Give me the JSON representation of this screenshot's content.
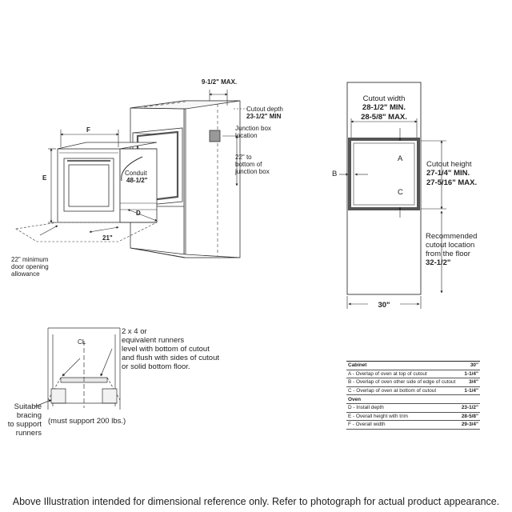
{
  "oven_drawing": {
    "dim_top": "9-1/2\" MAX.",
    "cutout_depth_label": "Cutout depth",
    "cutout_depth_value": "23-1/2\" MIN",
    "junction_box_1": "Junction box",
    "junction_box_2": "location",
    "height_1": "22\" to",
    "height_2": "bottom of",
    "height_3": "junction box",
    "dim_f": "F",
    "dim_e": "E",
    "dim_d": "D",
    "conduit_1": "Conduit",
    "conduit_2": "48-1/2\"",
    "dim_21": "21\"",
    "door_1": "22\" minimum",
    "door_2": "door opening",
    "door_3": "allowance"
  },
  "front_drawing": {
    "cutout_width_label": "Cutout width",
    "cutout_width_min": "28-1/2\" MIN.",
    "cutout_width_max": "28-5/8\" MAX.",
    "marker_a": "A",
    "marker_b": "B",
    "marker_c": "C",
    "cutout_height_label": "Cutout height",
    "cutout_height_min": "27-1/4\" MIN.",
    "cutout_height_max": "27-5/16\" MAX.",
    "recommended_1": "Recommended",
    "recommended_2": "cutout location",
    "recommended_3": "from the floor",
    "recommended_value": "32-1/2\"",
    "cabinet_width": "30\""
  },
  "support_drawing": {
    "runners_1": "2 x 4 or",
    "runners_2": "equivalent runners",
    "runners_3": "level with bottom of cutout",
    "runners_4": "and flush with sides of cutout",
    "runners_5": "or solid bottom floor.",
    "centerline": "CL",
    "bracing_1": "Suitable",
    "bracing_2": "bracing",
    "bracing_3": "to support",
    "bracing_4": "runners",
    "weight_note": "(must support 200 lbs.)"
  },
  "table": {
    "header_label": "Cabinet",
    "header_value": "30\"",
    "rows_cabinet": [
      {
        "label": "A - Overlap of oven at top of cutout",
        "value": "1-1/4\""
      },
      {
        "label": "B - Overlap of oven other side of edge of cutout",
        "value": "3/4\""
      },
      {
        "label": "C - Overlap of oven at bottom of cutout",
        "value": "1-1/4\""
      }
    ],
    "oven_header": "Oven",
    "rows_oven": [
      {
        "label": "D - Install depth",
        "value": "23-1/2\""
      },
      {
        "label": "E - Overall height with trim",
        "value": "28-5/8\""
      },
      {
        "label": "F - Overall width",
        "value": "29-3/4\""
      }
    ]
  },
  "footer": "Above Illustration intended for dimensional reference only. Refer to photograph for actual product appearance."
}
